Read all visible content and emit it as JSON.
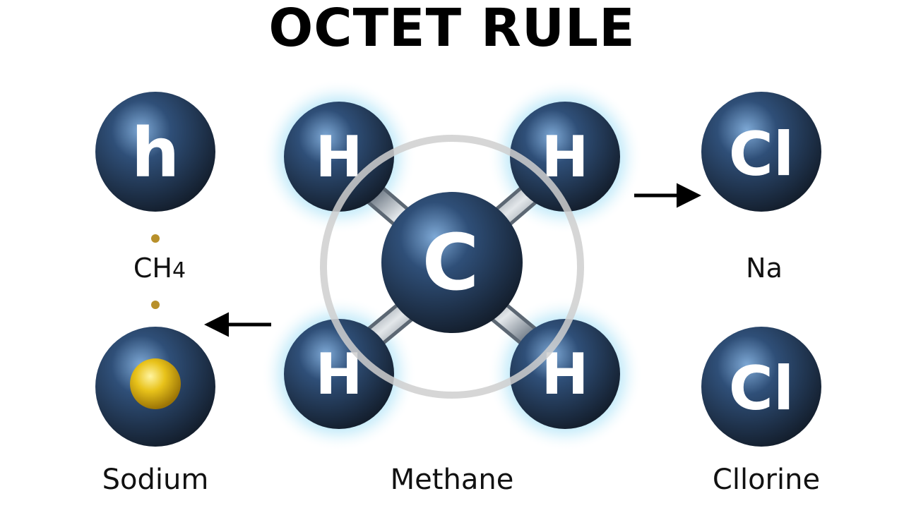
{
  "title": "OCTET RULE",
  "colors": {
    "atom_dark": "#1c2a3e",
    "atom_mid": "#2f4f78",
    "atom_highlight": "#7ea9d6",
    "glow": "#7fd0f2",
    "ring": "#d6d6d6",
    "bond": "#9aa4ae",
    "electron": "#d6a811",
    "arrow": "#000000"
  },
  "atoms": {
    "left_top": "h",
    "methane_h": "H",
    "methane_c": "C",
    "right_top": "Cl",
    "right_bottom": "Cl"
  },
  "labels": {
    "formula_main": "CH",
    "formula_sub": "4",
    "na": "Na",
    "sodium": "Sodium",
    "methane": "Methane",
    "chlorine": "Cllorine"
  }
}
